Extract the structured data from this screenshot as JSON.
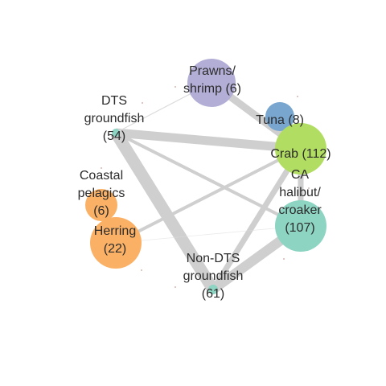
{
  "network": {
    "colors": {
      "edge": "#cfcfcf",
      "thin_edge": "#dcdcdc",
      "label": "#2b2b2b",
      "purple": "#b3aed6",
      "blue": "#78a6cf",
      "green": "#b2dd63",
      "teal": "#8dd4c2",
      "orange": "#fbb165",
      "dot": "#c9a29a"
    },
    "nodes": [
      {
        "id": "prawns",
        "label_lines": [
          "Prawns/",
          "shrimp (6)"
        ],
        "color": "#b3aed6"
      },
      {
        "id": "tuna",
        "label_lines": [
          "Tuna (8)"
        ],
        "color": "#78a6cf"
      },
      {
        "id": "crab",
        "label_lines": [
          "Crab (112)"
        ],
        "color": "#b2dd63"
      },
      {
        "id": "halibut",
        "label_lines": [
          "CA",
          "halibut/",
          "croaker",
          "(107)"
        ],
        "color": "#8dd4c2"
      },
      {
        "id": "nondts",
        "label_lines": [
          "Non-DTS",
          "groundfish",
          "(61)"
        ],
        "color": "#8dd4c2"
      },
      {
        "id": "herring",
        "label_lines": [
          "Herring",
          "(22)"
        ],
        "color": "#fbb165"
      },
      {
        "id": "coastal",
        "label_lines": [
          "Coastal",
          "pelagics",
          "(6)"
        ],
        "color": "#fbb165"
      },
      {
        "id": "dts",
        "label_lines": [
          "DTS",
          "groundfish",
          "(54)"
        ],
        "color": "#8dd4c2"
      }
    ],
    "edges": [
      {
        "from": "dts",
        "to": "crab"
      },
      {
        "from": "dts",
        "to": "nondts"
      },
      {
        "from": "nondts",
        "to": "halibut"
      },
      {
        "from": "nondts",
        "to": "crab"
      },
      {
        "from": "dts",
        "to": "halibut"
      },
      {
        "from": "herring",
        "to": "crab"
      },
      {
        "from": "prawns",
        "to": "crab"
      },
      {
        "from": "crab",
        "to": "halibut"
      },
      {
        "from": "dts",
        "to": "prawns"
      },
      {
        "from": "herring",
        "to": "halibut"
      },
      {
        "from": "tuna",
        "to": "crab"
      }
    ]
  }
}
